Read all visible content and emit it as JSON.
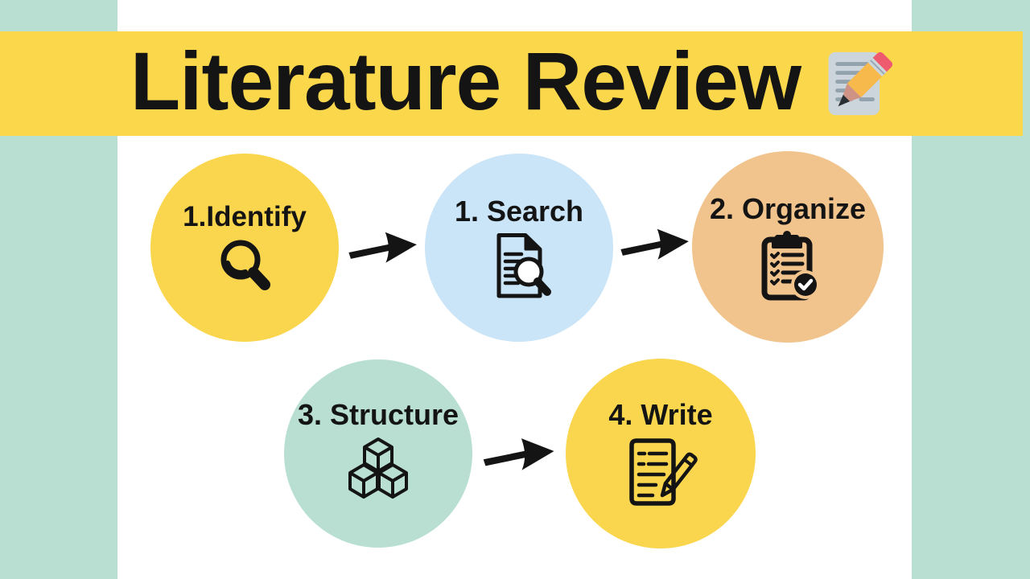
{
  "header": {
    "title": "Literature Review",
    "emoji": "memo"
  },
  "colors": {
    "banner_yellow": "#FBD84B",
    "mint": "#B8DFD2",
    "ink": "#141414",
    "background": "#FFFFFF"
  },
  "steps": [
    {
      "label": "1.Identify",
      "icon": "magnifier-icon",
      "color": "#F9D64D"
    },
    {
      "label": "1. Search",
      "icon": "document-search-icon",
      "color": "#CAE4F8"
    },
    {
      "label": "2. Organize",
      "icon": "clipboard-check-icon",
      "color": "#F2C48D"
    },
    {
      "label": "3. Structure",
      "icon": "cubes-icon",
      "color": "#B8DFD2"
    },
    {
      "label": "4. Write",
      "icon": "document-pen-icon",
      "color": "#F9D64D"
    }
  ],
  "arrows": [
    {
      "from": "1.Identify",
      "to": "1. Search"
    },
    {
      "from": "1. Search",
      "to": "2. Organize"
    },
    {
      "from": "3. Structure",
      "to": "4. Write"
    }
  ]
}
